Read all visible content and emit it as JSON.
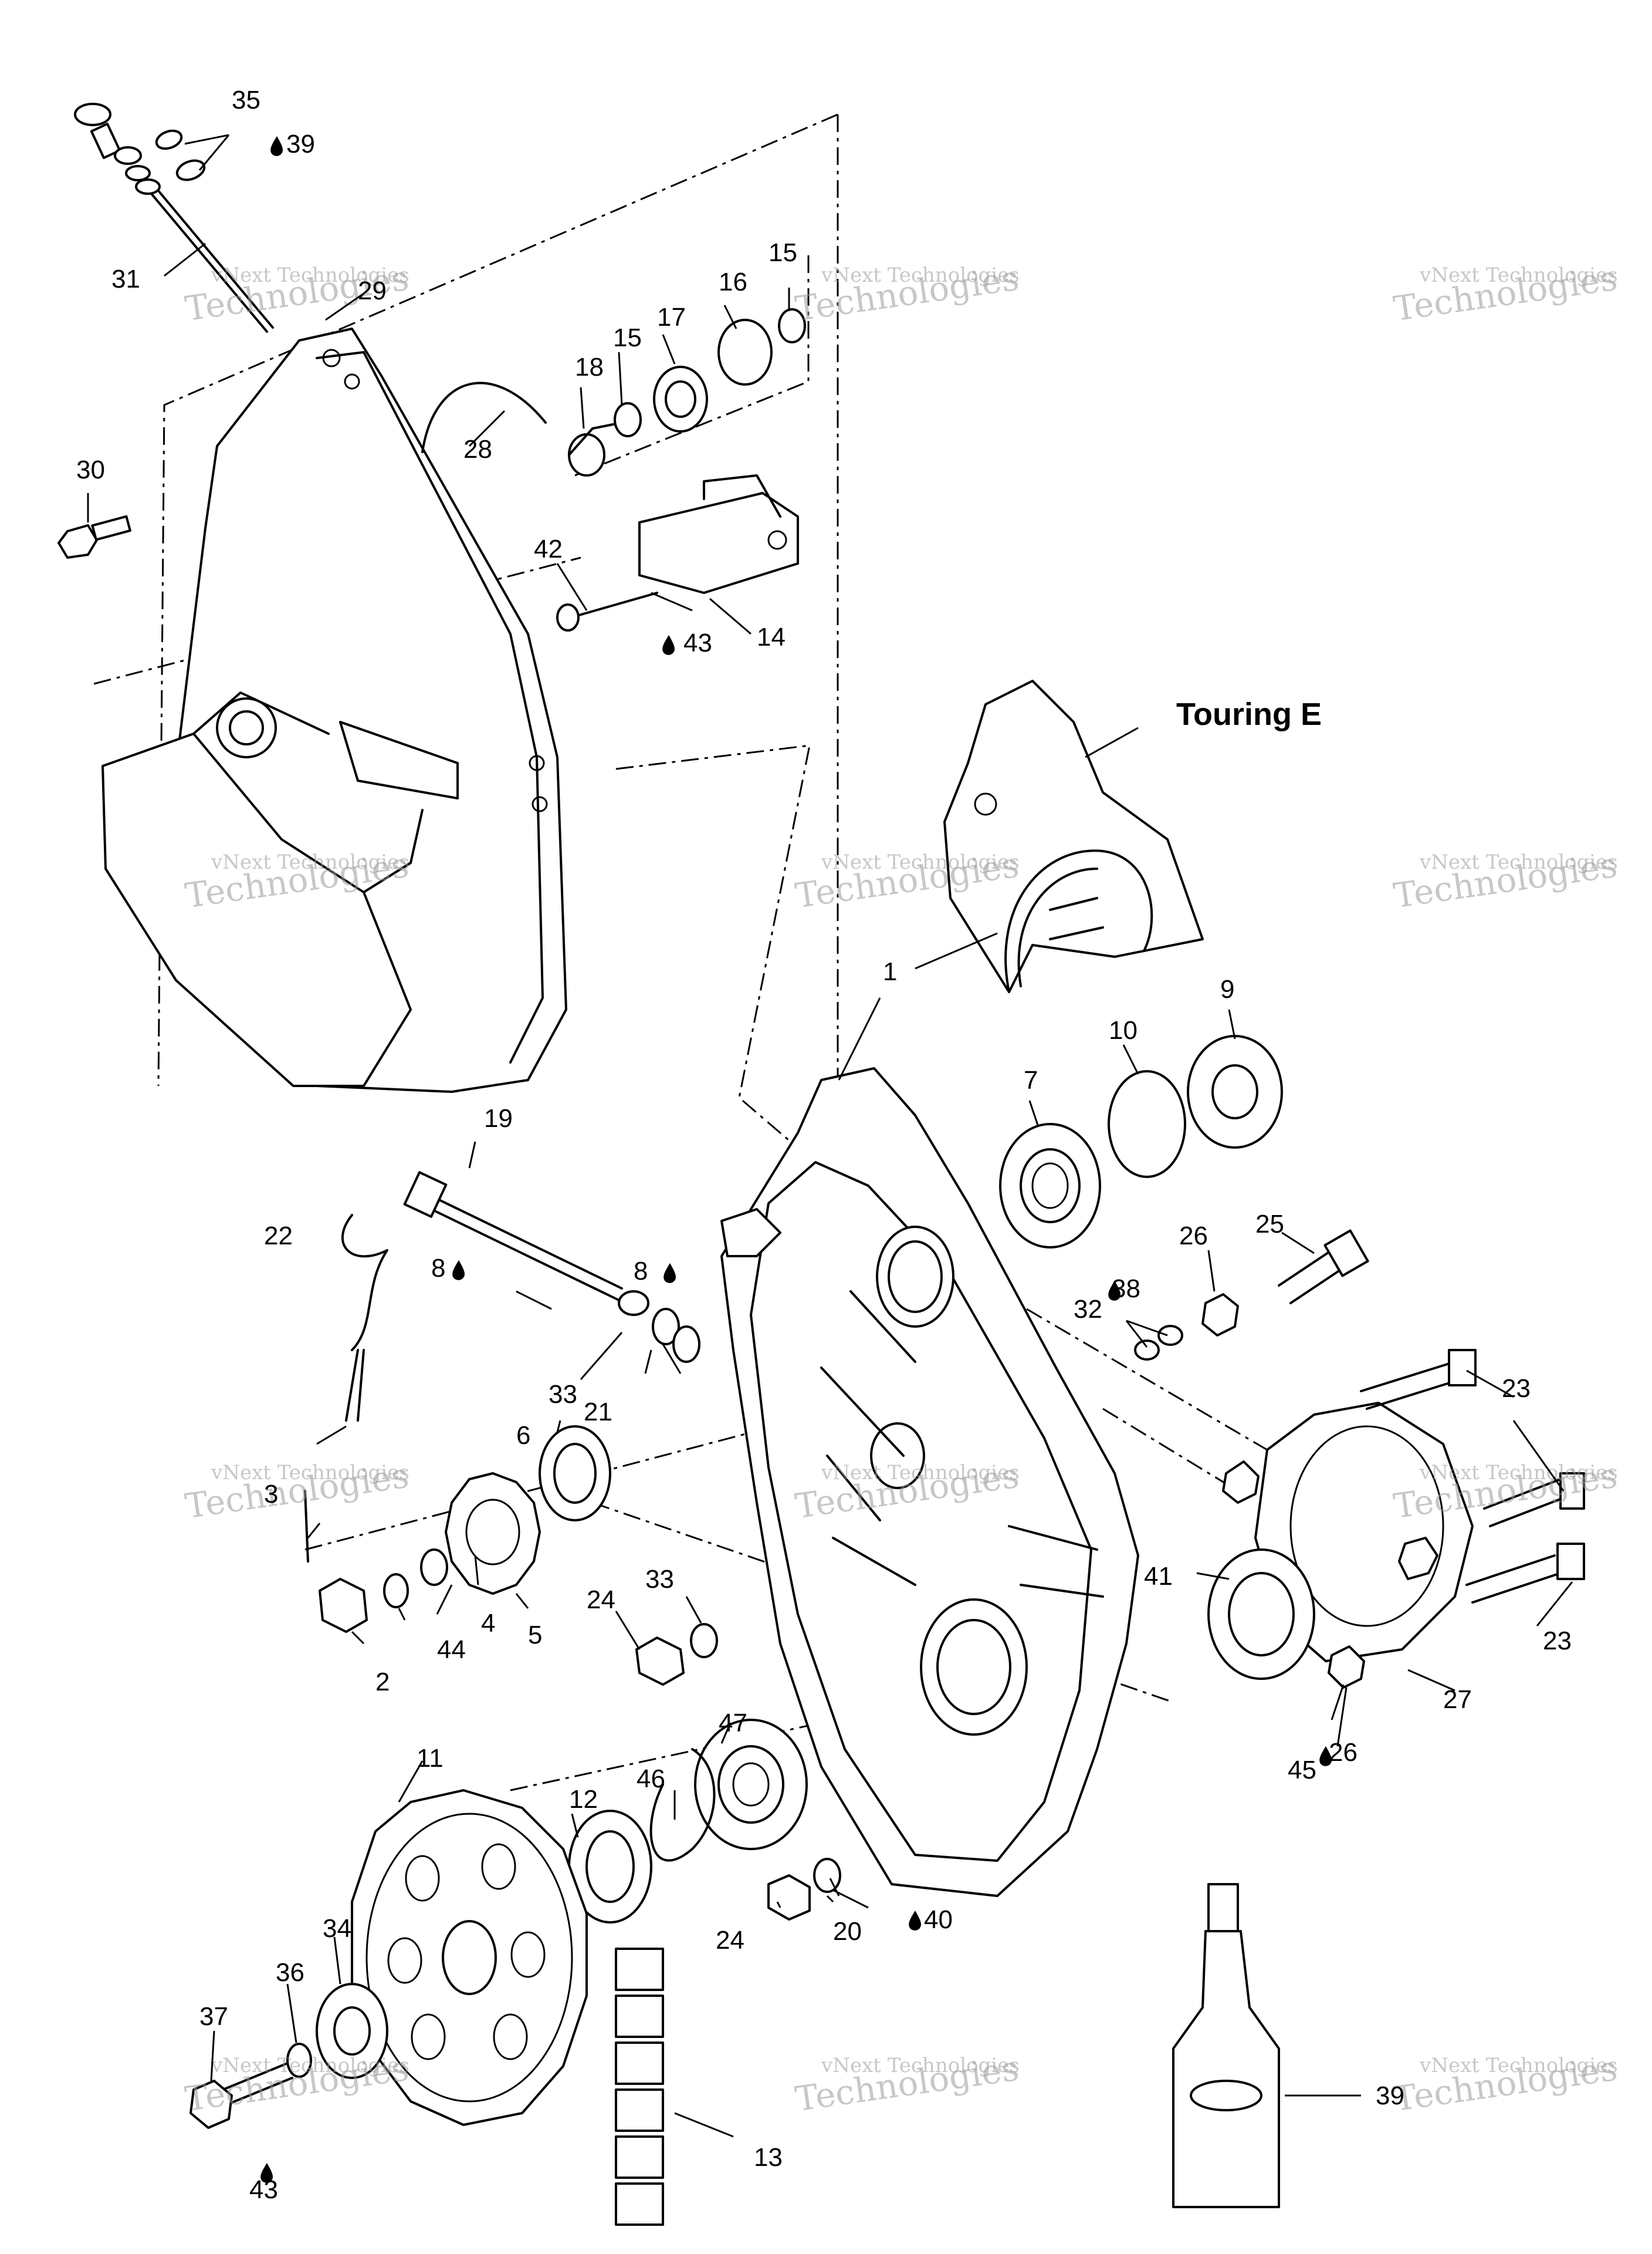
{
  "title": "Touring E",
  "labels": [
    "1",
    "2",
    "3",
    "4",
    "5",
    "6",
    "7",
    "8",
    "8",
    "9",
    "10",
    "11",
    "12",
    "13",
    "14",
    "15",
    "15",
    "16",
    "17",
    "18",
    "19",
    "20",
    "21",
    "22",
    "23",
    "23",
    "24",
    "24",
    "25",
    "26",
    "26",
    "27",
    "28",
    "29",
    "30",
    "31",
    "32",
    "33",
    "33",
    "34",
    "35",
    "36",
    "37",
    "38",
    "39",
    "39",
    "40",
    "41",
    "42",
    "43",
    "43",
    "44",
    "45",
    "46",
    "47"
  ],
  "watermark": {
    "line1": "vNext Technologies",
    "line2": "Technologies"
  },
  "colors": {
    "ink": "#000000",
    "watermark": "#9a9a9a",
    "paper": "#ffffff"
  }
}
